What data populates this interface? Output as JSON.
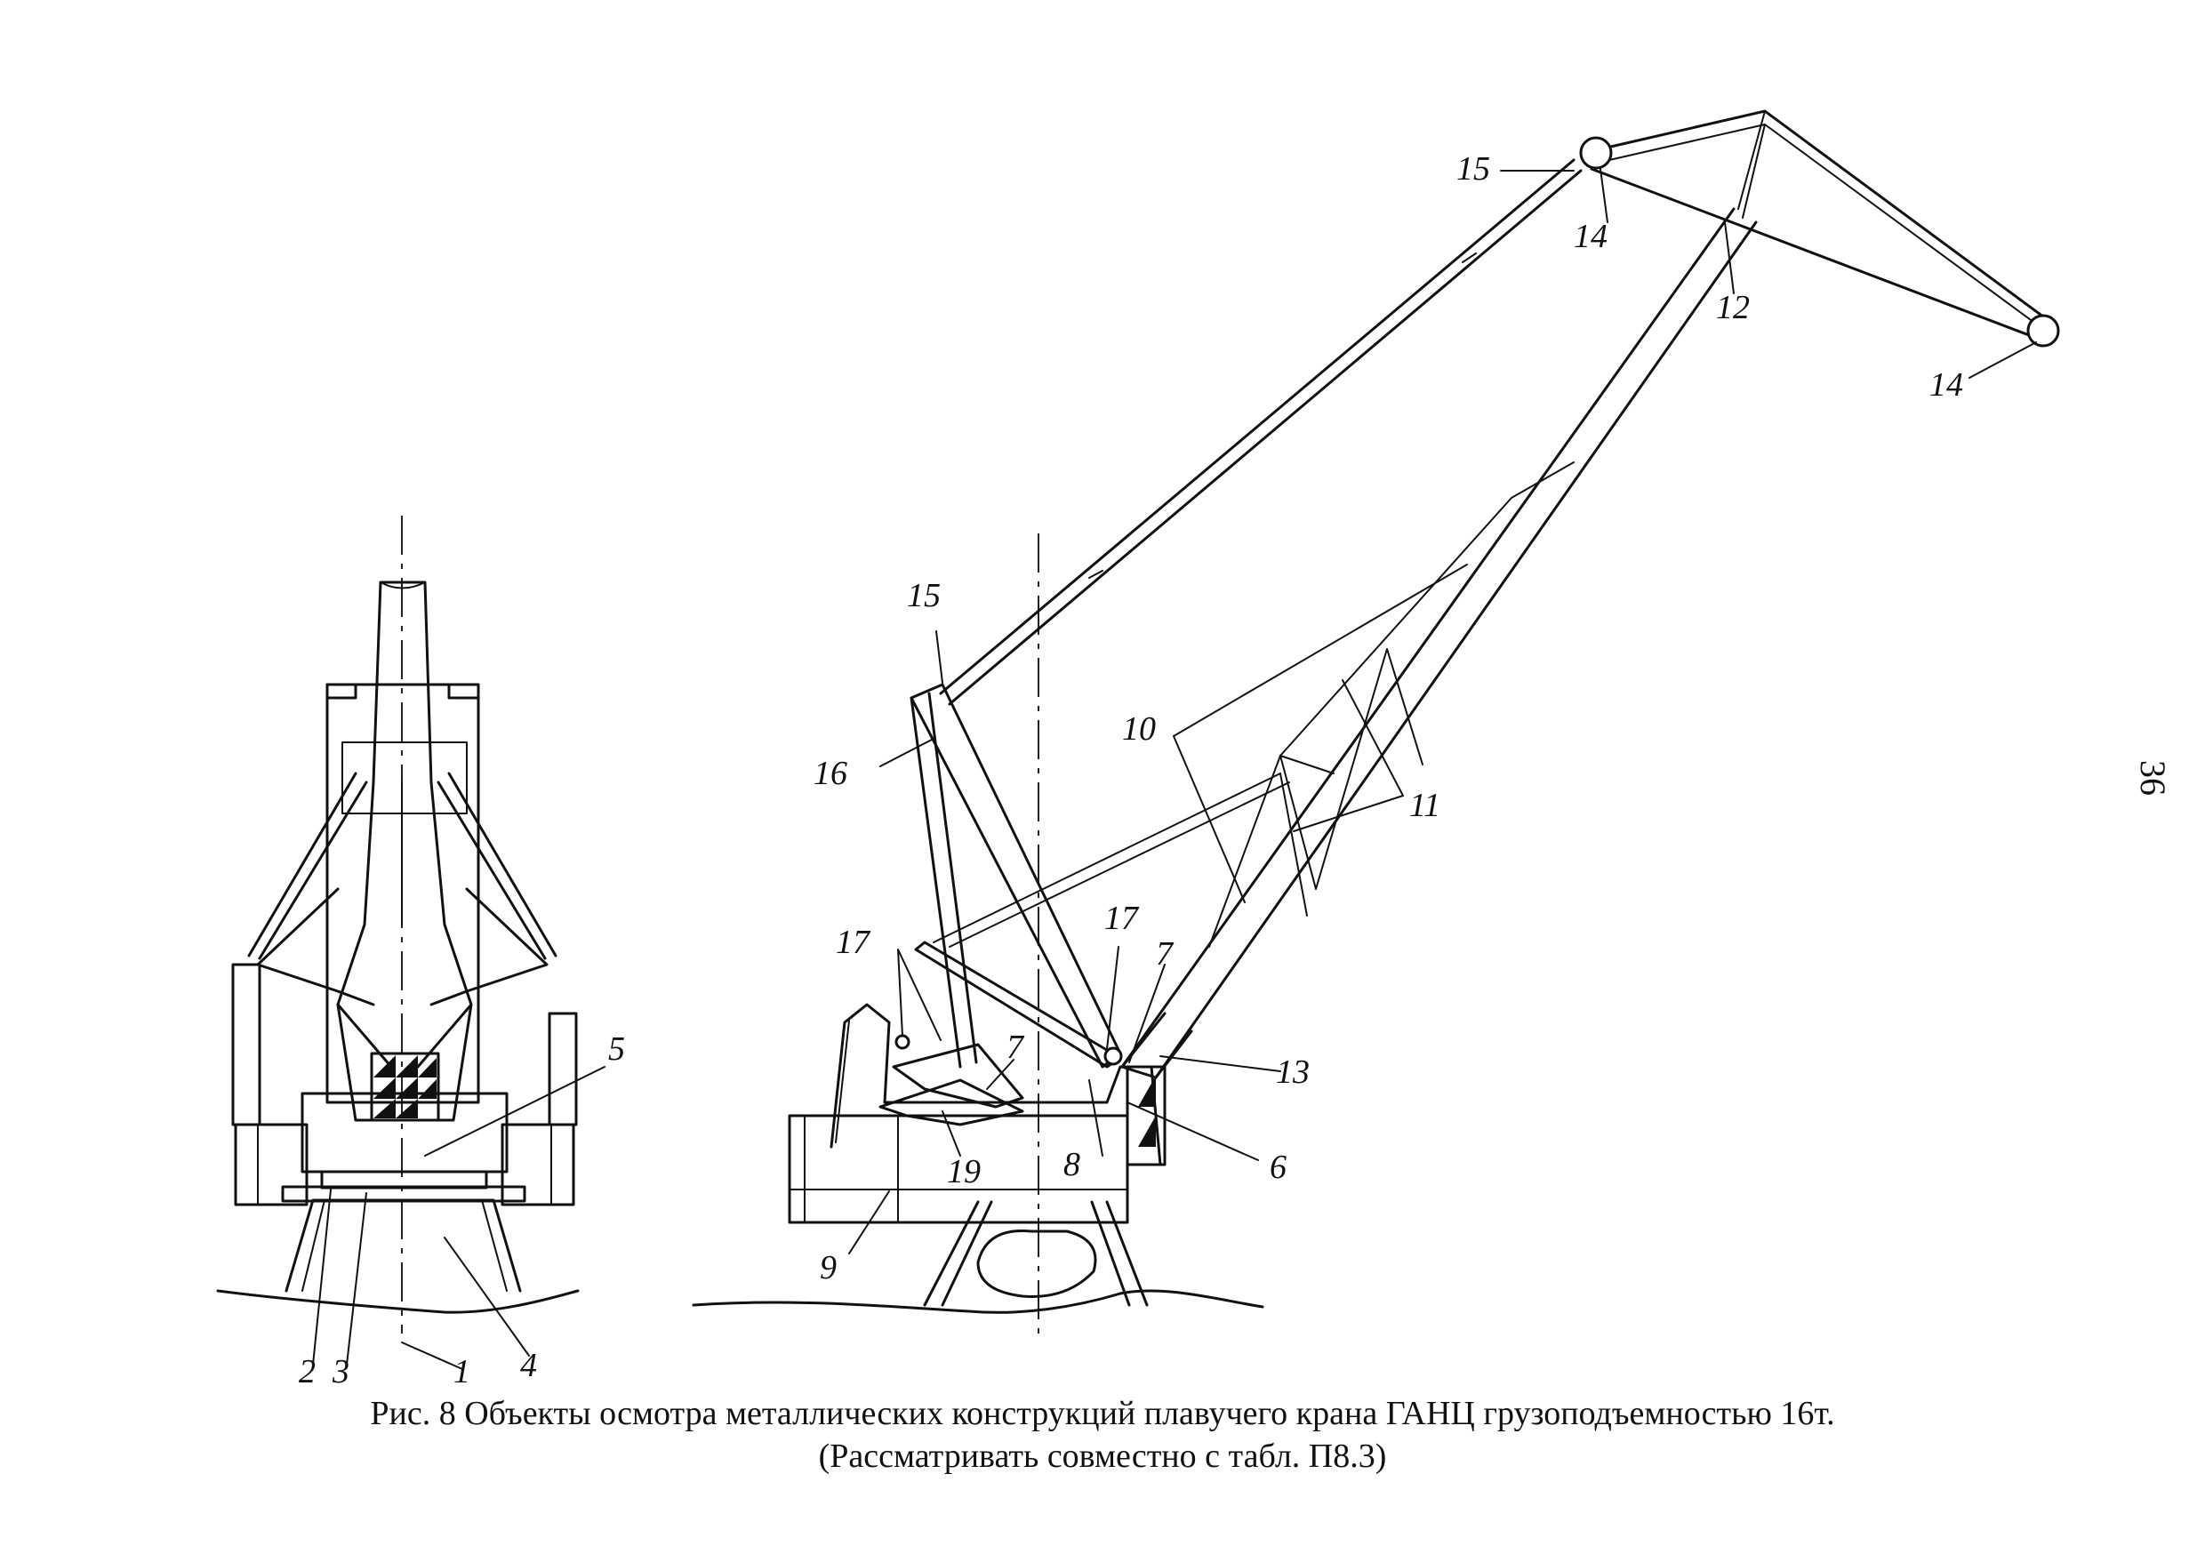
{
  "figure": {
    "caption_line1": "Рис. 8   Объекты осмотра металлических конструкций плавучего крана ГАНЦ грузоподъемностью 16т.",
    "caption_line2": "(Рассматривать совместно с табл. П8.3)",
    "page_number": "36"
  },
  "callouts": {
    "front_view": [
      "1",
      "2",
      "3",
      "4",
      "5"
    ],
    "side_view": [
      "6",
      "7",
      "7",
      "8",
      "9",
      "10",
      "11",
      "12",
      "13",
      "14",
      "14",
      "15",
      "15",
      "16",
      "17",
      "17",
      "19"
    ]
  }
}
